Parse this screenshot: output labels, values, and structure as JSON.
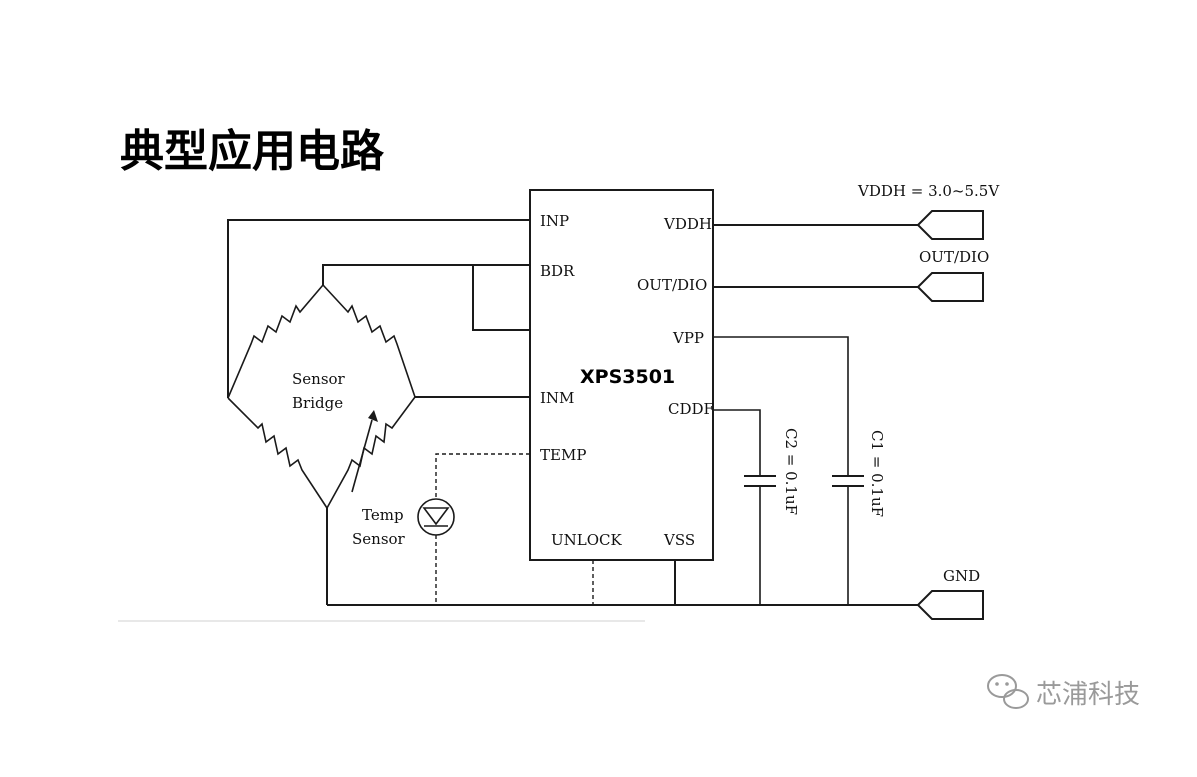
{
  "title": "典型应用电路",
  "ic": {
    "name": "XPS3501",
    "pins_left": [
      "INP",
      "BDR",
      "INM",
      "TEMP"
    ],
    "pins_right": [
      "VDDH",
      "OUT/DIO",
      "VPP",
      "CDDF"
    ],
    "pins_bottom": [
      "UNLOCK",
      "VSS"
    ]
  },
  "bridge": {
    "label_line1": "Sensor",
    "label_line2": "Bridge"
  },
  "temp_sensor": {
    "label_line1": "Temp",
    "label_line2": "Sensor"
  },
  "capacitors": {
    "c2": "C2 = 0.1uF",
    "c1": "C1 = 0.1uF"
  },
  "connectors": {
    "vddh": "VDDH = 3.0~5.5V",
    "out": "OUT/DIO",
    "gnd": "GND"
  },
  "watermark": "芯浦科技"
}
